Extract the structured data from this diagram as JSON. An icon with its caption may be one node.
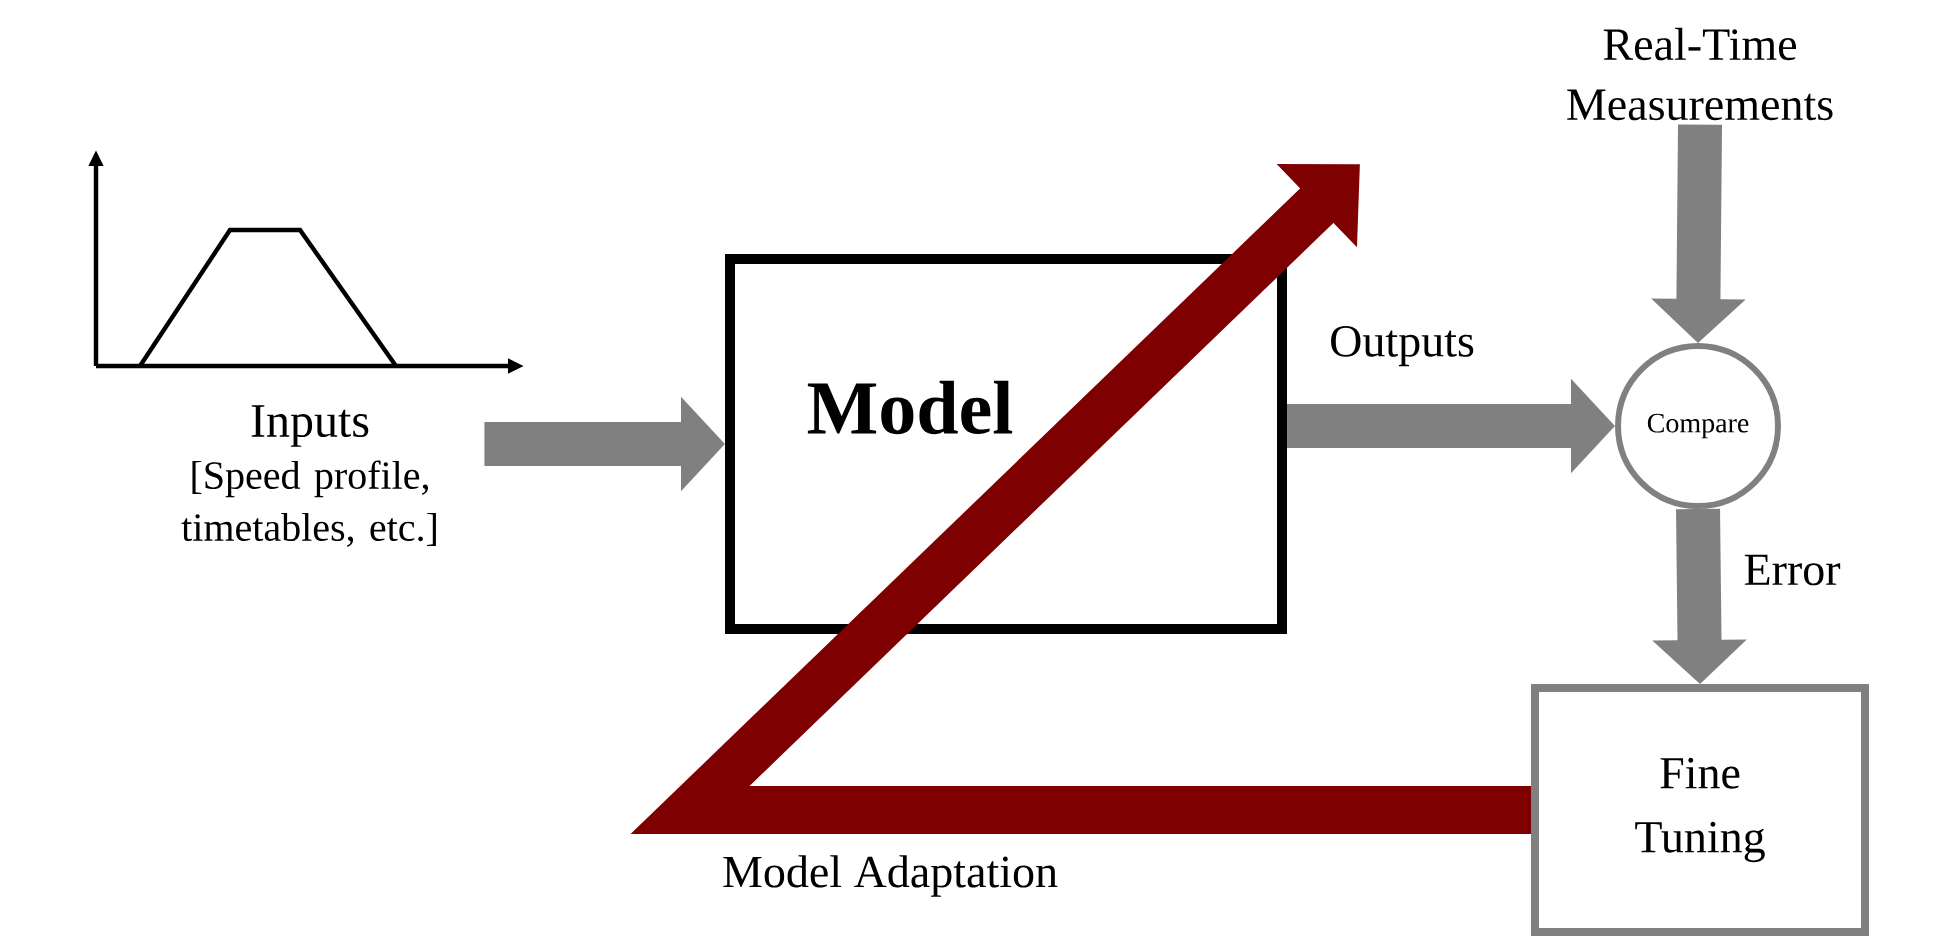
{
  "diagram": {
    "nodes": [
      {
        "text": [
          "Inputs",
          "[Speed profile, timetables, etc.]"
        ]
      },
      {
        "text": [
          "Model"
        ]
      },
      {
        "text": [
          "Compare"
        ]
      },
      {
        "text": [
          "Real-Time Measurements"
        ]
      },
      {
        "text": [
          "Fine Tuning"
        ]
      }
    ],
    "edges": [
      {
        "from": 0,
        "to": 1,
        "arrow": "to"
      },
      {
        "from": 1,
        "to": 2,
        "arrow": "to",
        "label": "Outputs"
      },
      {
        "from": 3,
        "to": 2,
        "arrow": "to"
      },
      {
        "from": 2,
        "to": 4,
        "arrow": "to",
        "label": "Error"
      },
      {
        "from": 4,
        "to": null,
        "arrow": "to",
        "label": "Model Adaptation",
        "color": "#7f0000"
      }
    ]
  }
}
